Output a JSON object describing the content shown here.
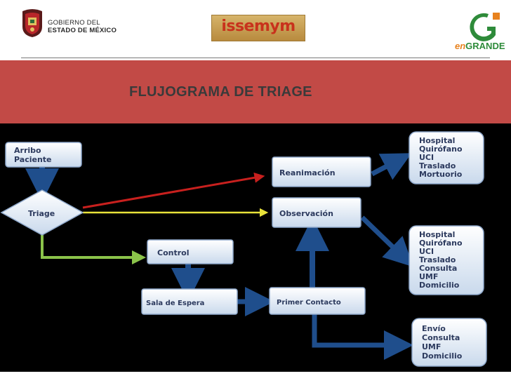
{
  "header": {
    "gov_line1": "GOBIERNO DEL",
    "gov_line2": "ESTADO DE MÉXICO",
    "issemym_logo": "issemym",
    "engrande_en": "en",
    "engrande_grande": "GRANDE"
  },
  "title": "FLUJOGRAMA DE TRIAGE",
  "diagram": {
    "nodes": {
      "arribo": [
        "Arribo",
        "Paciente"
      ],
      "triage": "Triage",
      "reanimacion": "Reanimación",
      "observacion": "Observación",
      "control": "Control",
      "sala": "Sala de Espera",
      "primer": "Primer Contacto",
      "dest1": [
        "Hospital",
        "Quirófano",
        "UCI",
        "Traslado",
        "Mortuorio"
      ],
      "dest2": [
        "Hospital",
        "Quirófano",
        "UCI",
        "Traslado",
        "Consulta",
        "UMF",
        "Domicilio"
      ],
      "dest3": [
        "Envío",
        "Consulta",
        "UMF",
        "Domicilio"
      ]
    },
    "colors": {
      "red_arrow": "#c8201e",
      "yellow_arrow": "#e8e23a",
      "green_arrow": "#8bc34a",
      "blue_arrow": "#1f4e8c"
    }
  }
}
